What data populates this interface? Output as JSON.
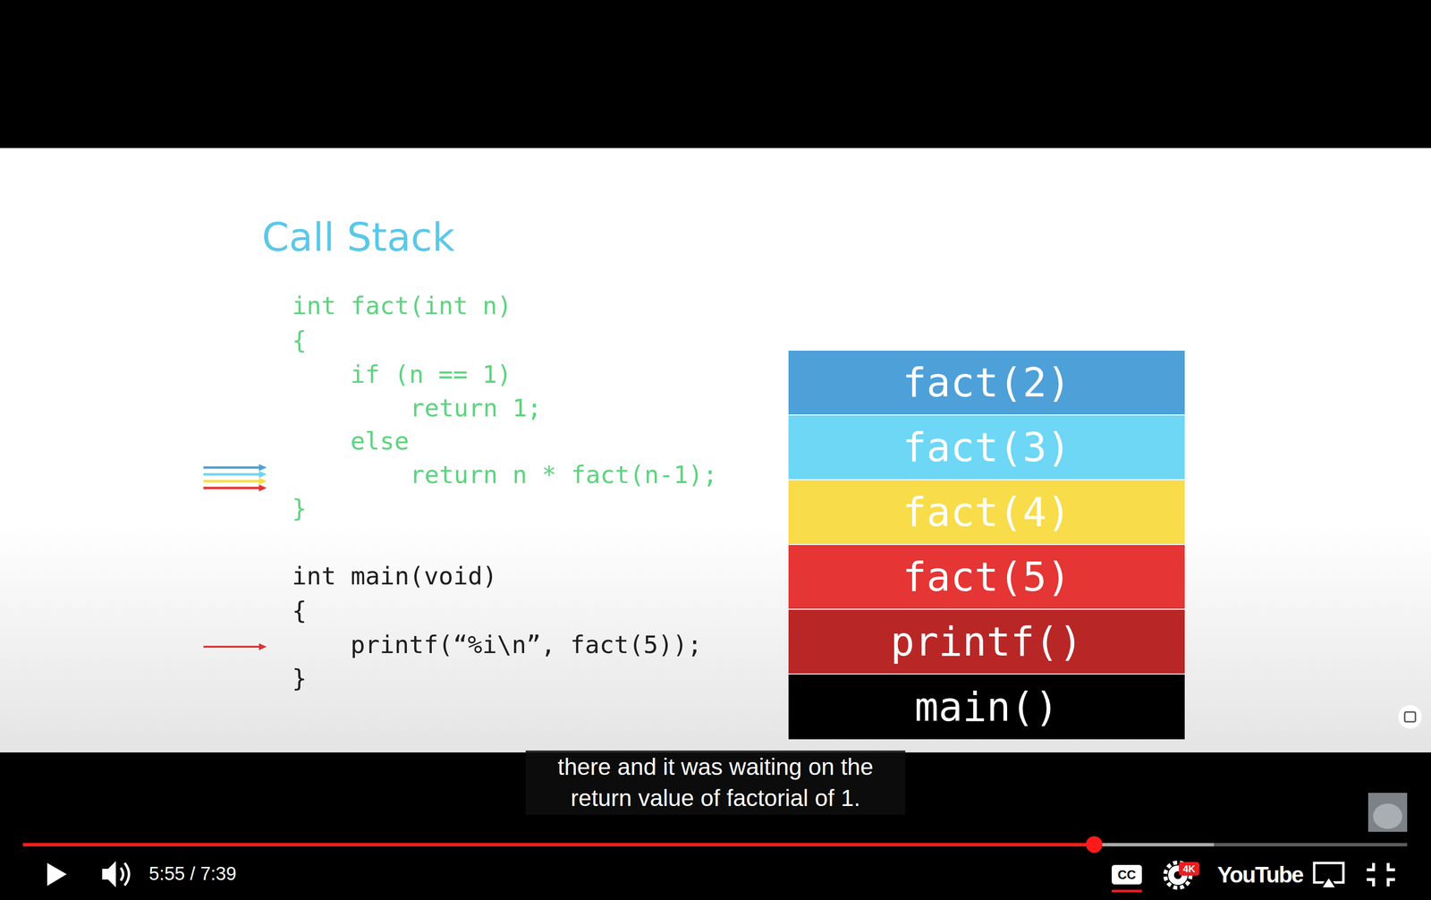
{
  "diagram": {
    "title": "Call Stack",
    "nodes": [
      {
        "text": [
          "fact(2)"
        ]
      },
      {
        "text": [
          "fact(3)"
        ]
      },
      {
        "text": [
          "fact(4)"
        ]
      },
      {
        "text": [
          "fact(5)"
        ]
      },
      {
        "text": [
          "printf()"
        ]
      },
      {
        "text": [
          "main()"
        ]
      }
    ],
    "labels": [
      "int fact(int n)",
      "{",
      "if (n == 1)",
      "return 1;",
      "else",
      "return n * fact(n-1);",
      "}",
      "int main(void)",
      "{",
      "printf(“%i\\n”, fact(5));",
      "}",
      "there and it was waiting on the return value of factorial of 1.",
      "5:55 / 7:39",
      "CC",
      "4K",
      "YouTube"
    ]
  }
}
